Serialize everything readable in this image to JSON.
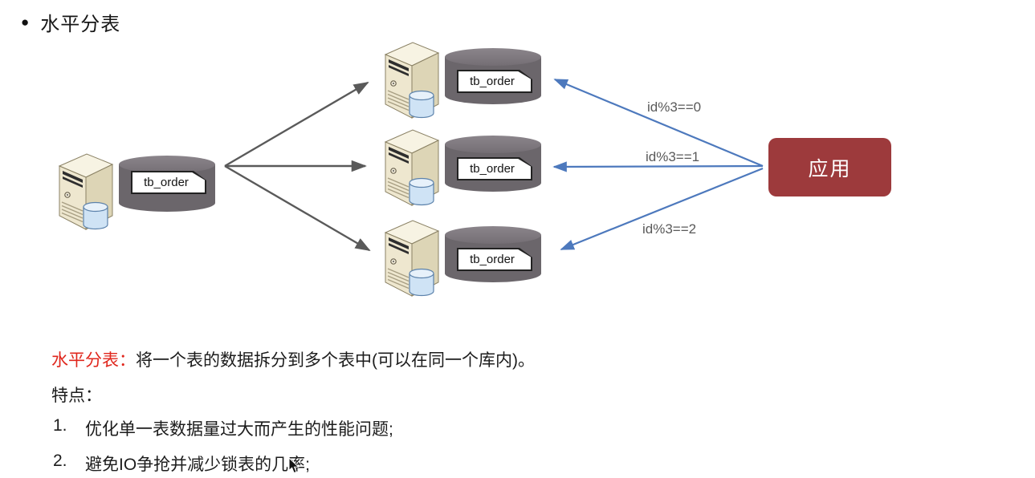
{
  "slide": {
    "bullet": "●",
    "title": "水平分表"
  },
  "diagram": {
    "source": {
      "table_label": "tb_order"
    },
    "shards": [
      {
        "table_label": "tb_order"
      },
      {
        "table_label": "tb_order"
      },
      {
        "table_label": "tb_order"
      }
    ],
    "app": {
      "label": "应用"
    },
    "routes": [
      {
        "label": "id%3==0"
      },
      {
        "label": "id%3==1"
      },
      {
        "label": "id%3==2"
      }
    ],
    "colors": {
      "app_box": "#9d3a3c",
      "route_arrow": "#4d79bd",
      "fanout_arrow": "#5a5a5a",
      "cylinder_body": "#6b666b",
      "cylinder_top": "#7c767c",
      "route_label_text": "#595959"
    }
  },
  "notes": {
    "definition_term": "水平分表：",
    "definition_term_color": "#e0261c",
    "definition_text": "将一个表的数据拆分到多个表中(可以在同一个库内)。",
    "features_heading": "特点：",
    "features": [
      {
        "num": "1.",
        "text": "优化单一表数据量过大而产生的性能问题;"
      },
      {
        "num": "2.",
        "text": "避免IO争抢并减少锁表的几率;"
      }
    ]
  }
}
